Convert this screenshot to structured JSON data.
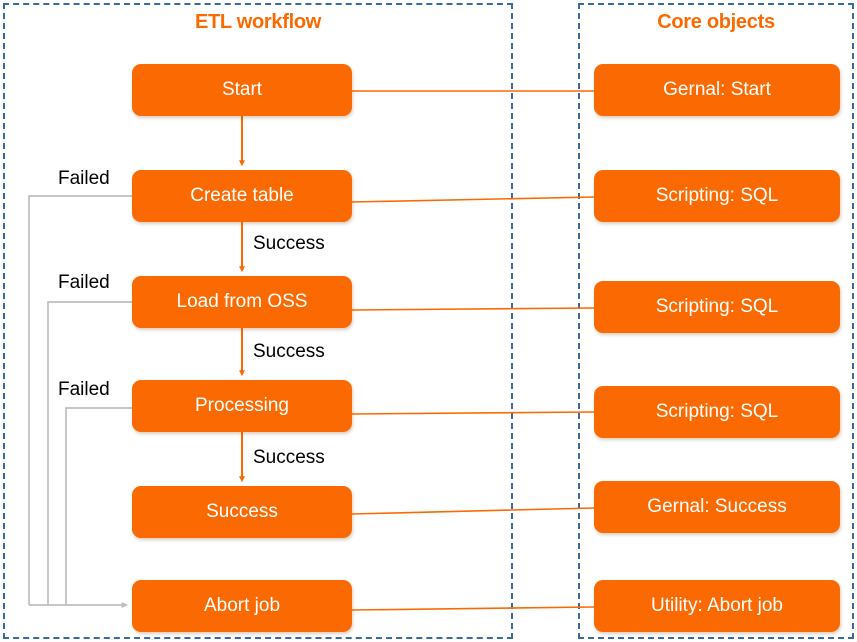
{
  "panels": {
    "left": {
      "title": "ETL workflow"
    },
    "right": {
      "title": "Core objects"
    }
  },
  "colors": {
    "node_fill": "#FB6A02",
    "node_text": "#FFFFFF",
    "title": "#FB6A02",
    "panel_border": "#3A6A9E",
    "success_edge": "#FB6A02",
    "failed_edge": "#BFBFBF",
    "label_text": "#000000"
  },
  "workflow": {
    "nodes": [
      {
        "id": "start",
        "label": "Start"
      },
      {
        "id": "create",
        "label": "Create table"
      },
      {
        "id": "load",
        "label": "Load from OSS"
      },
      {
        "id": "process",
        "label": "Processing"
      },
      {
        "id": "success",
        "label": "Success"
      },
      {
        "id": "abort",
        "label": "Abort job"
      }
    ],
    "edge_labels": {
      "success_1": "Success",
      "success_2": "Success",
      "success_3": "Success",
      "failed_1": "Failed",
      "failed_2": "Failed",
      "failed_3": "Failed"
    }
  },
  "core_objects": {
    "nodes": [
      {
        "id": "obj-start",
        "label": "Gernal: Start"
      },
      {
        "id": "obj-create",
        "label": "Scripting: SQL"
      },
      {
        "id": "obj-load",
        "label": "Scripting: SQL"
      },
      {
        "id": "obj-process",
        "label": "Scripting: SQL"
      },
      {
        "id": "obj-success",
        "label": "Gernal: Success"
      },
      {
        "id": "obj-abort",
        "label": "Utility: Abort job"
      }
    ]
  }
}
